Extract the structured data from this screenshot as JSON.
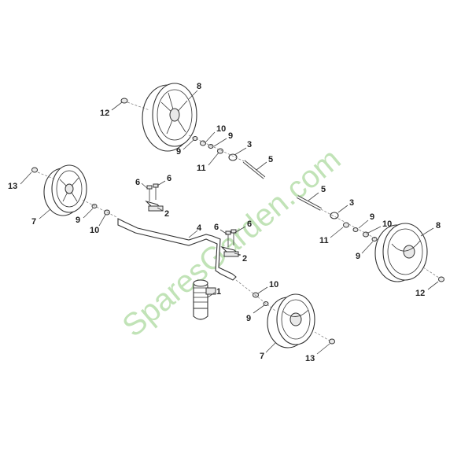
{
  "watermark": "SparesGarden.com",
  "labels": {
    "l1": "1",
    "l2a": "2",
    "l2b": "2",
    "l3a": "3",
    "l3b": "3",
    "l4": "4",
    "l5a": "5",
    "l5b": "5",
    "l6a": "6",
    "l6b": "6",
    "l6c": "6",
    "l6d": "6",
    "l7a": "7",
    "l7b": "7",
    "l8a": "8",
    "l8b": "8",
    "l9a": "9",
    "l9b": "9",
    "l9c": "9",
    "l9d": "9",
    "l9e": "9",
    "l9f": "9",
    "l10a": "10",
    "l10b": "10",
    "l10c": "10",
    "l10d": "10",
    "l11a": "11",
    "l11b": "11",
    "l12a": "12",
    "l12b": "12",
    "l13a": "13",
    "l13b": "13"
  }
}
